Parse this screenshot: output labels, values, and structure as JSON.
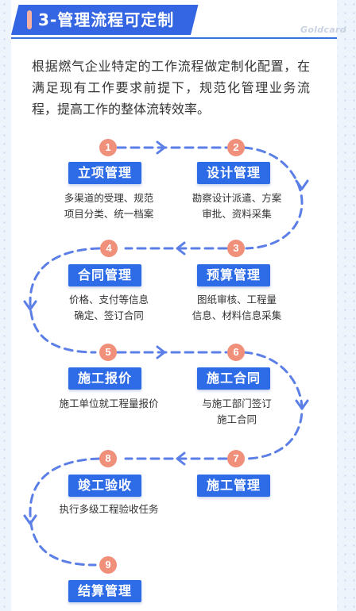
{
  "header": {
    "title": "3-管理流程可定制",
    "watermark": "Goldcard"
  },
  "description": "根据燃气企业特定的工作流程做定制化配置，在满足现有工作要求前提下，规范化管理业务流程，提高工作的整体流转效率。",
  "colors": {
    "primary": "#2e6be6",
    "badge": "#f08f7a",
    "path": "#5b7fe6",
    "accent_tab": "#f4b0a0"
  },
  "steps": [
    {
      "num": "1",
      "title": "立项管理",
      "desc": [
        "多渠道的受理、规范",
        "项目分类、统一档案"
      ]
    },
    {
      "num": "2",
      "title": "设计管理",
      "desc": [
        "勘察设计派遣、方案",
        "审批、资料采集"
      ]
    },
    {
      "num": "3",
      "title": "预算管理",
      "desc": [
        "图纸审核、工程量",
        "信息、材料信息采集"
      ]
    },
    {
      "num": "4",
      "title": "合同管理",
      "desc": [
        "价格、支付等信息",
        "确定、签订合同"
      ]
    },
    {
      "num": "5",
      "title": "施工报价",
      "desc": [
        "施工单位就工程量报价"
      ]
    },
    {
      "num": "6",
      "title": "施工合同",
      "desc": [
        "与施工部门签订",
        "施工合同"
      ]
    },
    {
      "num": "7",
      "title": "施工管理",
      "desc": []
    },
    {
      "num": "8",
      "title": "竣工验收",
      "desc": [
        "执行多级工程验收任务"
      ]
    },
    {
      "num": "9",
      "title": "结算管理",
      "desc": []
    }
  ]
}
